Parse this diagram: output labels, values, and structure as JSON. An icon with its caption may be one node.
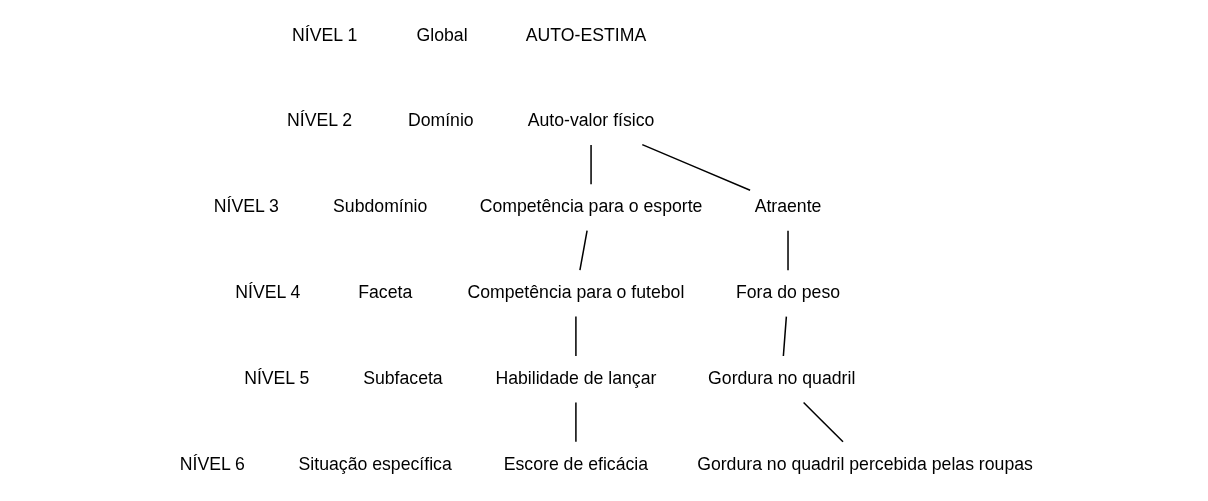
{
  "diagram": {
    "nodes": [
      {
        "text": [
          "AUTO-ESTIMA"
        ]
      },
      {
        "text": [
          "Auto-valor físico"
        ]
      },
      {
        "text": [
          "Competência para o esporte"
        ]
      },
      {
        "text": [
          "Atraente"
        ]
      },
      {
        "text": [
          "Competência para o futebol"
        ]
      },
      {
        "text": [
          "Fora do peso"
        ]
      },
      {
        "text": [
          "Habilidade de lançar"
        ]
      },
      {
        "text": [
          "Gordura no quadril"
        ]
      },
      {
        "text": [
          "Escore de eficácia"
        ]
      },
      {
        "text": [
          "Gordura no quadril percebida pelas roupas"
        ]
      }
    ],
    "edges": [
      {
        "from": 1,
        "to": 2,
        "arrow": "none"
      },
      {
        "from": 1,
        "to": 3,
        "arrow": "none"
      },
      {
        "from": 2,
        "to": 4,
        "arrow": "none"
      },
      {
        "from": 3,
        "to": 5,
        "arrow": "none"
      },
      {
        "from": 4,
        "to": 6,
        "arrow": "none"
      },
      {
        "from": 5,
        "to": 7,
        "arrow": "none"
      },
      {
        "from": 6,
        "to": 8,
        "arrow": "none"
      },
      {
        "from": 7,
        "to": 9,
        "arrow": "none"
      }
    ],
    "labels": [
      "NÍVEL 1",
      "Global",
      "NÍVEL 2",
      "Domínio",
      "NÍVEL 3",
      "Subdomínio",
      "NÍVEL 4",
      "Faceta",
      "NÍVEL 5",
      "Subfaceta",
      "NÍVEL 6",
      "Situação específica"
    ]
  }
}
